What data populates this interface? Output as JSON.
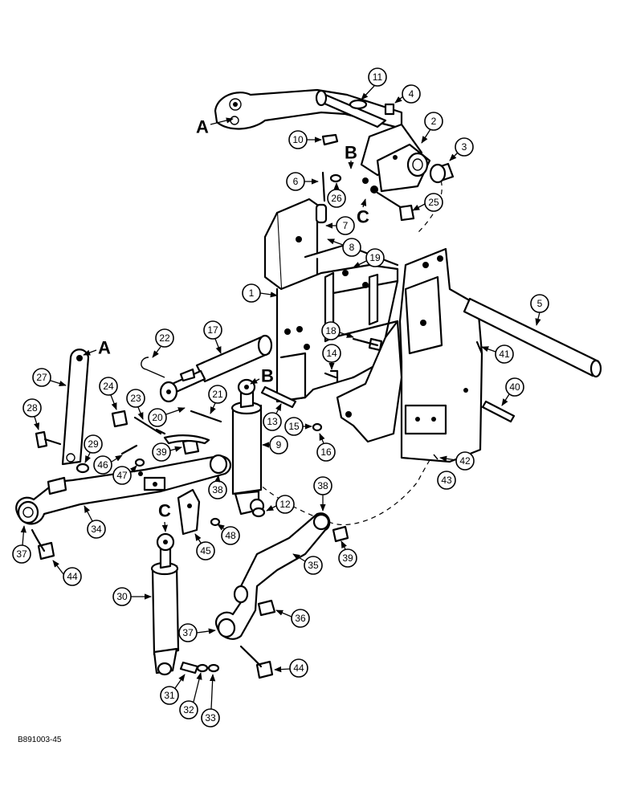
{
  "diagram": {
    "image_code": "B891003-45",
    "reference_letters": [
      "A",
      "B",
      "C"
    ],
    "callouts": [
      "1",
      "2",
      "3",
      "4",
      "5",
      "6",
      "7",
      "8",
      "9",
      "10",
      "11",
      "12",
      "13",
      "14",
      "15",
      "16",
      "17",
      "18",
      "19",
      "20",
      "21",
      "22",
      "23",
      "24",
      "25",
      "26",
      "27",
      "28",
      "29",
      "30",
      "31",
      "32",
      "33",
      "34",
      "35",
      "36",
      "37",
      "38",
      "39",
      "40",
      "41",
      "42",
      "43",
      "44",
      "45",
      "46",
      "47",
      "48"
    ]
  }
}
